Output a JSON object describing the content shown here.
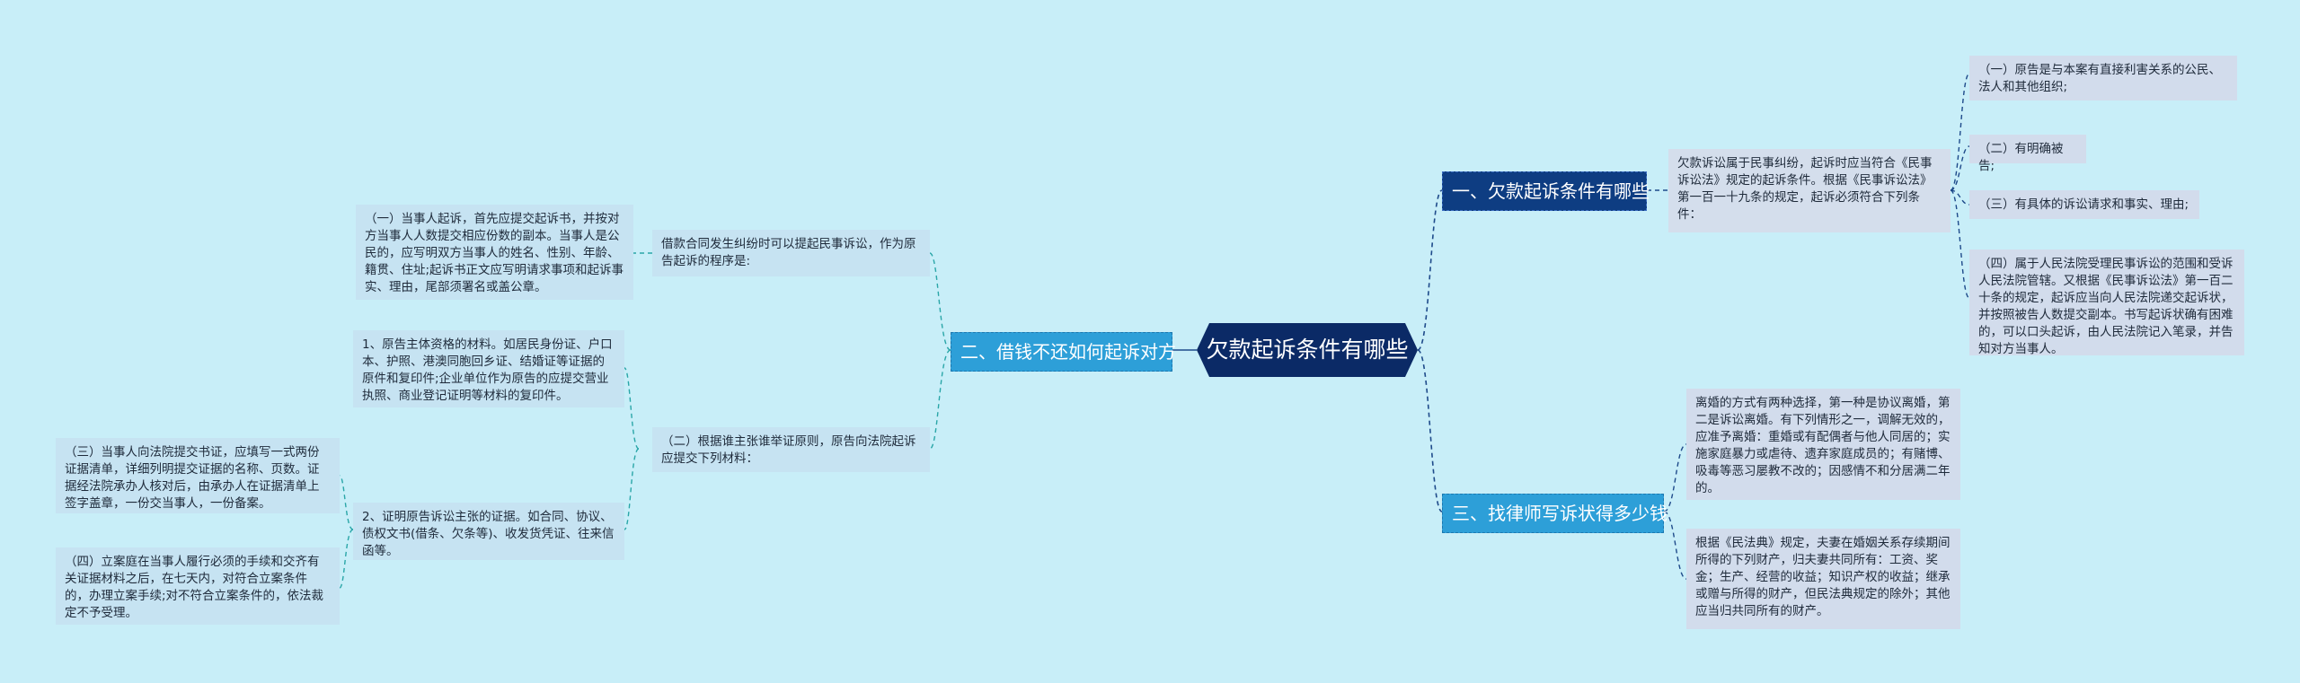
{
  "root": {
    "label": "欠款起诉条件有哪些"
  },
  "branch_right_1": {
    "label": "一、欠款起诉条件有哪些",
    "summary": "欠款诉讼属于民事纠纷，起诉时应当符合《民事诉讼法》规定的起诉条件。根据《民事诉讼法》第一百一十九条的规定，起诉必须符合下列条件：",
    "items": [
      "（一）原告是与本案有直接利害关系的公民、法人和其他组织;",
      "（二）有明确被告;",
      "（三）有具体的诉讼请求和事实、理由;",
      "（四）属于人民法院受理民事诉讼的范围和受诉人民法院管辖。又根据《民事诉讼法》第一百二十条的规定，起诉应当向人民法院递交起诉状，并按照被告人数提交副本。书写起诉状确有困难的，可以口头起诉，由人民法院记入笔录，并告知对方当事人。"
    ]
  },
  "branch_right_2": {
    "label": "三、找律师写诉状得多少钱",
    "items": [
      "离婚的方式有两种选择，第一种是协议离婚，第二是诉讼离婚。有下列情形之一，调解无效的，应准予离婚：重婚或有配偶者与他人同居的；实施家庭暴力或虐待、遗弃家庭成员的；有赌博、吸毒等恶习屡教不改的；因感情不和分居满二年的。",
      "根据《民法典》规定，夫妻在婚姻关系存续期间所得的下列财产，归夫妻共同所有：工资、奖金；生产、经营的收益；知识产权的收益；继承或赠与所得的财产，但民法典规定的除外；其他应当归共同所有的财产。"
    ]
  },
  "branch_left": {
    "label": "二、借钱不还如何起诉对方",
    "sub1": {
      "text": "借款合同发生纠纷时可以提起民事诉讼，作为原告起诉的程序是:",
      "item": "（一）当事人起诉，首先应提交起诉书，并按对方当事人人数提交相应份数的副本。当事人是公民的，应写明双方当事人的姓名、性别、年龄、籍贯、住址;起诉书正文应写明请求事项和起诉事实、理由，尾部须署名或盖公章。"
    },
    "sub2": {
      "text": "（二）根据谁主张谁举证原则，原告向法院起诉应提交下列材料：",
      "item1": "1、原告主体资格的材料。如居民身份证、户口本、护照、港澳同胞回乡证、结婚证等证据的原件和复印件;企业单位作为原告的应提交营业执照、商业登记证明等材料的复印件。",
      "item2": {
        "text": "2、证明原告诉讼主张的证据。如合同、协议、债权文书(借条、欠条等)、收发货凭证、往来信函等。",
        "sub": [
          "（三）当事人向法院提交书证，应填写一式两份证据清单，详细列明提交证据的名称、页数。证据经法院承办人核对后，由承办人在证据清单上签字盖章，一份交当事人，一份备案。",
          "（四）立案庭在当事人履行必须的手续和交齐有关证据材料之后，在七天内，对符合立案条件的，办理立案手续;对不符合立案条件的，依法裁定不予受理。"
        ]
      }
    }
  },
  "colors": {
    "background": "#c8eef8",
    "root": "#0b2a66",
    "dark_branch": "#0e3d82",
    "light_branch": "#2d9fd8",
    "line_dark": "#1e4a8a",
    "line_light": "#2aa6a8"
  }
}
